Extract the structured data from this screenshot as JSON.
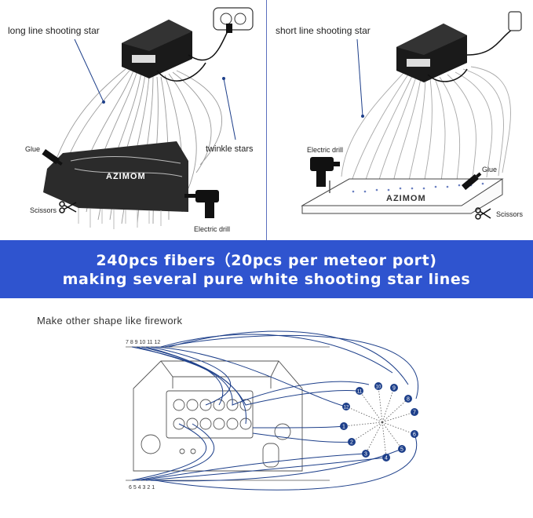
{
  "top_left": {
    "title": "long line shooting star",
    "glue": "Glue",
    "brand": "AZIMOM",
    "scissors": "Scissors",
    "twinkle": "twinkle stars",
    "drill": "Electric drill"
  },
  "top_right": {
    "title": "short line shooting star",
    "drill": "Electric drill",
    "glue": "Glue",
    "brand": "AZIMOM",
    "scissors": "Scissors"
  },
  "banner": {
    "line1": "240pcs fibers（20pcs per meteor port)",
    "line2": "making several pure white shooting star lines",
    "bg_color": "#2f54cf"
  },
  "bottom": {
    "title": "Make other shape like firework",
    "top_ports": "7 8 9 10 11 12",
    "bottom_ports": "6 5 4 3 2 1",
    "markers": [
      "1",
      "2",
      "3",
      "4",
      "5",
      "6",
      "7",
      "8",
      "9",
      "10",
      "11",
      "12"
    ],
    "line_color": "#1d3f8a"
  }
}
